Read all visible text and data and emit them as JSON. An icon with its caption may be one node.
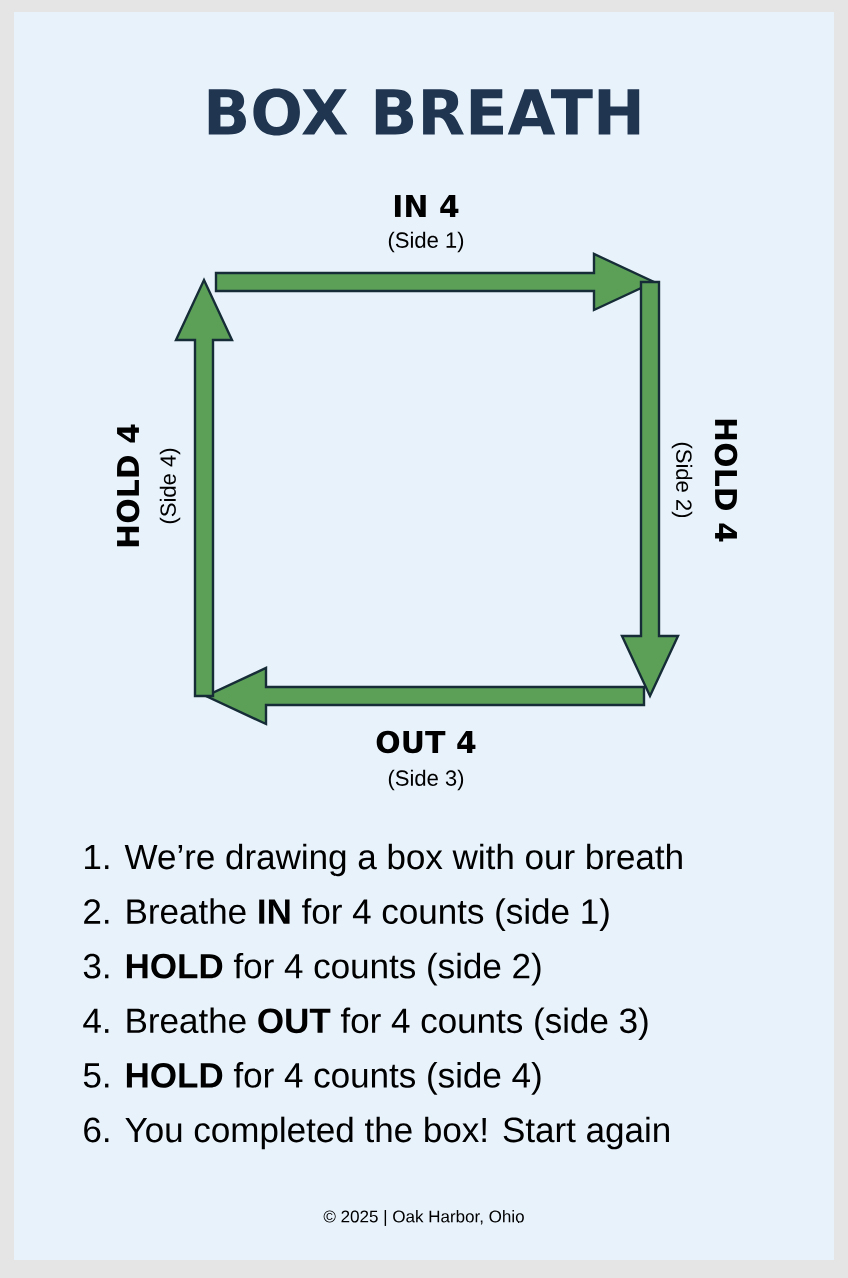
{
  "diagram": {
    "title": "BOX BREATH",
    "labels": [
      "IN 4",
      "(Side 1)",
      "HOLD 4",
      "(Side 4)",
      "HOLD 4",
      "(Side 2)",
      "OUT 4",
      "(Side 3)",
      "1. We’re drawing a box with our breath",
      "2. Breathe **IN** for 4 counts (side 1)",
      "3. **HOLD** for 4 counts (side 2)",
      "4. Breathe **OUT** for 4 counts (side 3)",
      "5. **HOLD** for 4 counts (side 4)",
      "6. You completed the box! Start again",
      "© 2025 | Oak Harbor, Ohio"
    ]
  }
}
